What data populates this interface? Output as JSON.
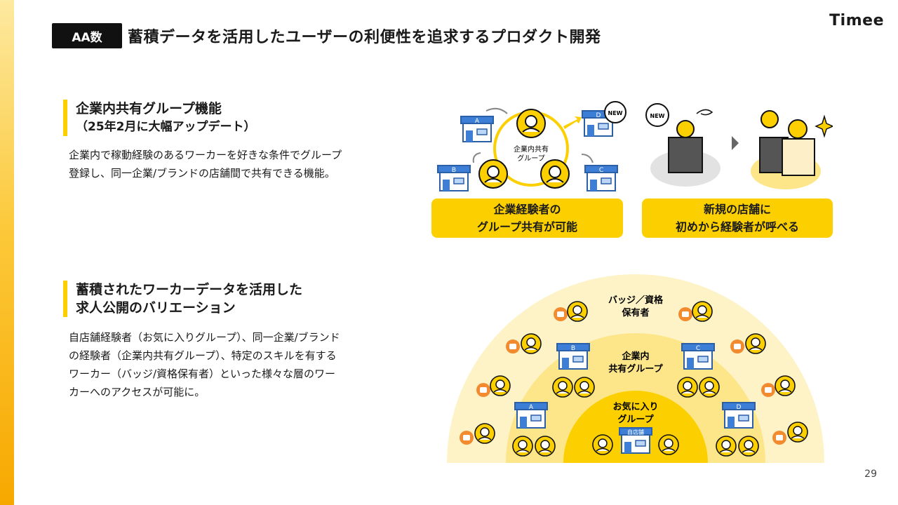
{
  "header": {
    "tag": "AA数",
    "title": "蓄積データを活用したユーザーの利便性を追求するプロダクト開発",
    "logo": "Timee"
  },
  "section1": {
    "heading": "企業内共有グループ機能",
    "subheading": "（25年2月に大幅アップデート）",
    "body_lines": [
      "企業内で稼動経験のあるワーカーを好きな条件でグループ",
      "登録し、同一企業/ブランドの店舗間で共有できる機能。"
    ]
  },
  "section2": {
    "heading_lines": [
      "蓄積されたワーカーデータを活用した",
      "求人公開のバリエーション"
    ],
    "body_lines": [
      "自店舗経験者（お気に入りグループ）、同一企業/ブランド",
      "の経験者（企業内共有グループ）、特定のスキルを有する",
      "ワーカー（バッジ/資格保有者）といった様々な層のワー",
      "カーへのアクセスが可能に。"
    ]
  },
  "diagram1": {
    "center_label_lines": [
      "企業内共有",
      "グループ"
    ],
    "stores": [
      "A",
      "B",
      "C",
      "D"
    ],
    "new_badge": "NEW",
    "caption_lines": [
      "企業経験者の",
      "グループ共有が可能"
    ]
  },
  "diagram2": {
    "new_badge": "NEW",
    "caption_lines": [
      "新規の店舗に",
      "初めから経験者が呼べる"
    ]
  },
  "diagram3": {
    "outer_label_lines": [
      "バッジ／資格",
      "保有者"
    ],
    "middle_label_lines": [
      "企業内",
      "共有グループ"
    ],
    "inner_label_lines": [
      "お気に入り",
      "グループ"
    ],
    "own_store": "自店舗",
    "stores": [
      "A",
      "B",
      "C",
      "D"
    ]
  },
  "page_number": "29",
  "colors": {
    "accent": "#fcd000",
    "store_blue": "#3d7fd6",
    "dark": "#111111"
  }
}
